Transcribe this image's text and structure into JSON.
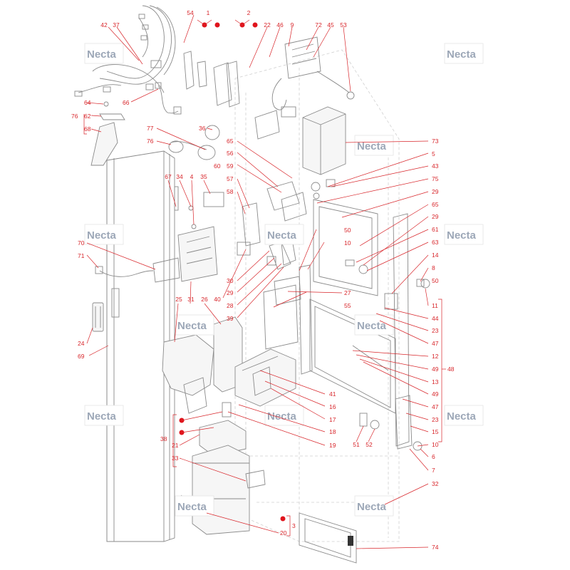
{
  "watermark": "Necta",
  "callouts": {
    "n1": "1",
    "n2": "2",
    "n3": "3",
    "n4": "4",
    "n5": "5",
    "n6": "6",
    "n7": "7",
    "n8": "8",
    "n9": "9",
    "n10": "10",
    "n10b": "10",
    "n11": "11",
    "n12": "12",
    "n13": "13",
    "n14": "14",
    "n15": "15",
    "n16": "16",
    "n17": "17",
    "n18": "18",
    "n19": "19",
    "n20": "20",
    "n21": "21",
    "n22": "22",
    "n23": "23",
    "n23b": "23",
    "n24": "24",
    "n25": "25",
    "n26": "26",
    "n27": "27",
    "n28": "28",
    "n29": "29",
    "n29b": "29",
    "n30": "30",
    "n31": "31",
    "n32": "32",
    "n33": "33",
    "n34": "34",
    "n35": "35",
    "n36": "36",
    "n37": "37",
    "n38": "38",
    "n39": "39",
    "n40": "40",
    "n41": "41",
    "n42": "42",
    "n43": "43",
    "n44": "44",
    "n45": "45",
    "n46": "46",
    "n47": "47",
    "n47b": "47",
    "n48": "48",
    "n49": "49",
    "n49b": "49",
    "n50": "50",
    "n50b": "50",
    "n51": "51",
    "n52": "52",
    "n53": "53",
    "n54": "54",
    "n55": "55",
    "n56": "56",
    "n57": "57",
    "n58": "58",
    "n59": "59",
    "n60": "60",
    "n61": "61",
    "n62": "62",
    "n63": "63",
    "n64": "64",
    "n65": "65",
    "n65b": "65",
    "n66": "66",
    "n67": "67",
    "n68": "68",
    "n69": "69",
    "n70": "70",
    "n71": "71",
    "n72": "72",
    "n73": "73",
    "n74": "74",
    "n75": "75",
    "n76": "76",
    "n76b": "76",
    "n77": "77"
  },
  "colors": {
    "callout_red": "#d8262b",
    "marker_red": "#e0141c",
    "line_gray": "#8a8a8a",
    "watermark_blue": "#7c8aa0"
  }
}
